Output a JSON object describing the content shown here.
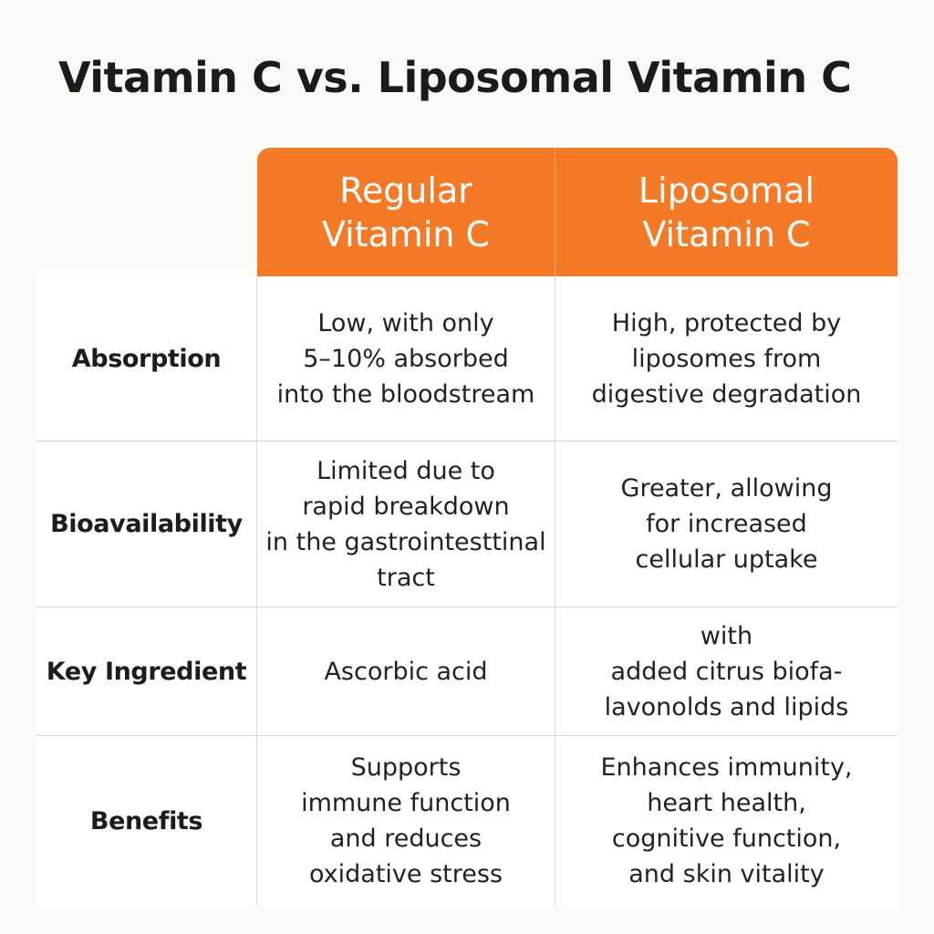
{
  "title": "Vitamin C vs. Liposomal Vitamin C",
  "colors": {
    "header_bg": "#f47a28",
    "header_text": "#ffffff",
    "background": "#fbfaf7",
    "grid": "#d9d9d9"
  },
  "table": {
    "columns": [
      "Regular\nVitamin C",
      "Liposomal\nVitamin C"
    ],
    "rows": [
      {
        "label": "Absorption",
        "regular": "Low, with only\n5–10% absorbed\ninto the bloodstream",
        "liposomal": "High, protected by\nliposomes from\ndigestive degradation"
      },
      {
        "label": "Bioavailability",
        "regular": "Limited due to\nrapid breakdown\nin the gastrointesttinal\ntract",
        "liposomal": "Greater, allowing\nfor increased\ncellular uptake"
      },
      {
        "label": "Key Ingredient",
        "regular": "Ascorbic acid",
        "liposomal": "with\nadded citrus biofa-\nlavonolds and lipids"
      },
      {
        "label": "Benefits",
        "regular": "Supports\nimmune function\nand reduces\noxidative stress",
        "liposomal": "Enhances immunity,\nheart health,\ncognitive function,\nand skin vitality"
      }
    ]
  }
}
